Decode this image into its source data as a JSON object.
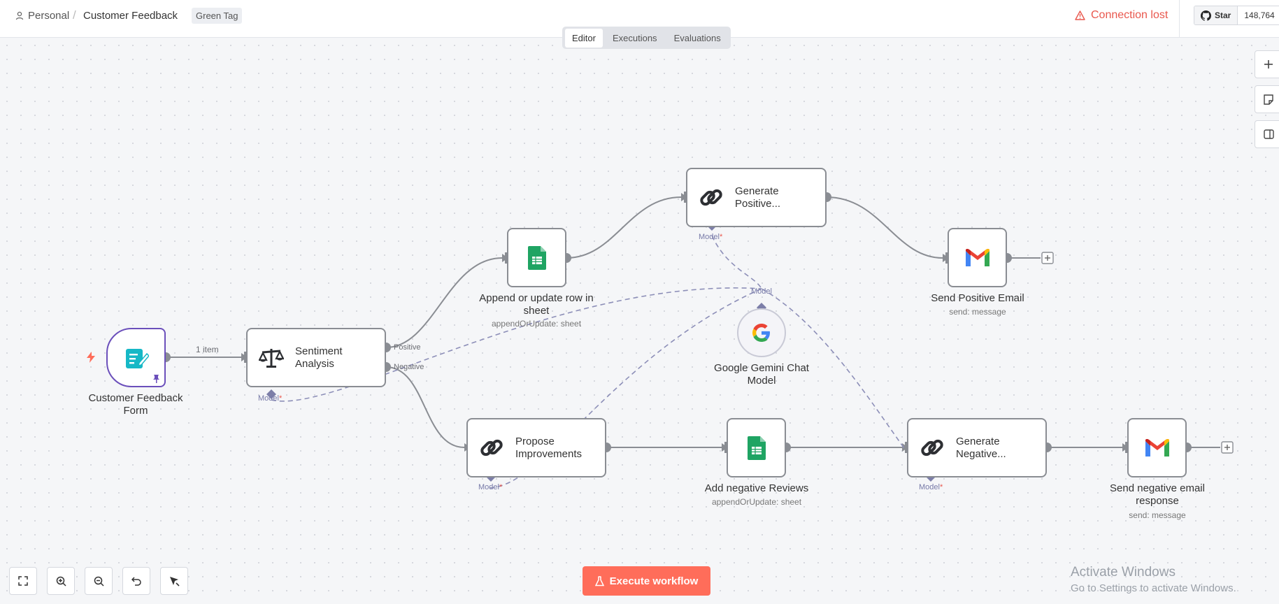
{
  "header": {
    "workspace": "Personal",
    "workflow_name": "Customer Feedback",
    "tag": "Green Tag",
    "connection_status": "Connection lost",
    "github_star_label": "Star",
    "github_star_count": "148,764"
  },
  "tabs": [
    {
      "label": "Editor",
      "active": true
    },
    {
      "label": "Executions",
      "active": false
    },
    {
      "label": "Evaluations",
      "active": false
    }
  ],
  "nodes": {
    "trigger": {
      "label": "Customer Feedback Form",
      "icon": "form-icon"
    },
    "sentiment": {
      "title": "Sentiment Analysis",
      "out_positive": "Positive",
      "out_negative": "Negative",
      "model_port": "Model"
    },
    "append": {
      "label": "Append or update row in sheet",
      "subtitle": "appendOrUpdate: sheet",
      "icon": "google-sheets-icon"
    },
    "gen_positive": {
      "title": "Generate Positive...",
      "model_port": "Model",
      "icon": "chain-link-icon"
    },
    "send_positive": {
      "label": "Send Positive Email",
      "subtitle": "send: message",
      "icon": "gmail-icon"
    },
    "gemini": {
      "label": "Google Gemini Chat Model",
      "port": "Model",
      "icon": "google-icon"
    },
    "propose": {
      "title": "Propose Improvements",
      "model_port": "Model",
      "icon": "chain-link-icon"
    },
    "add_negative": {
      "label": "Add negative Reviews",
      "subtitle": "appendOrUpdate: sheet",
      "icon": "google-sheets-icon"
    },
    "gen_negative": {
      "title": "Generate Negative...",
      "model_port": "Model",
      "icon": "chain-link-icon"
    },
    "send_negative": {
      "label": "Send negative email response",
      "subtitle": "send: message",
      "icon": "gmail-icon"
    }
  },
  "edge_labels": {
    "trigger_to_sentiment": "1 item"
  },
  "right_panel": [
    {
      "icon": "plus-icon"
    },
    {
      "icon": "sticky-note-icon"
    },
    {
      "icon": "panel-toggle-icon"
    }
  ],
  "controls": [
    {
      "icon": "fit-view-icon"
    },
    {
      "icon": "zoom-in-icon"
    },
    {
      "icon": "zoom-out-icon"
    },
    {
      "icon": "undo-icon"
    },
    {
      "icon": "tidy-up-icon"
    }
  ],
  "execute_button": "Execute workflow",
  "watermark": {
    "line1": "Activate Windows",
    "line2": "Go to Settings to activate Windows."
  },
  "colors": {
    "accent": "#ff6d5a",
    "error": "#e9574d",
    "trigger_border": "#6b4fbb",
    "ai_connection": "#8d8fb8"
  }
}
